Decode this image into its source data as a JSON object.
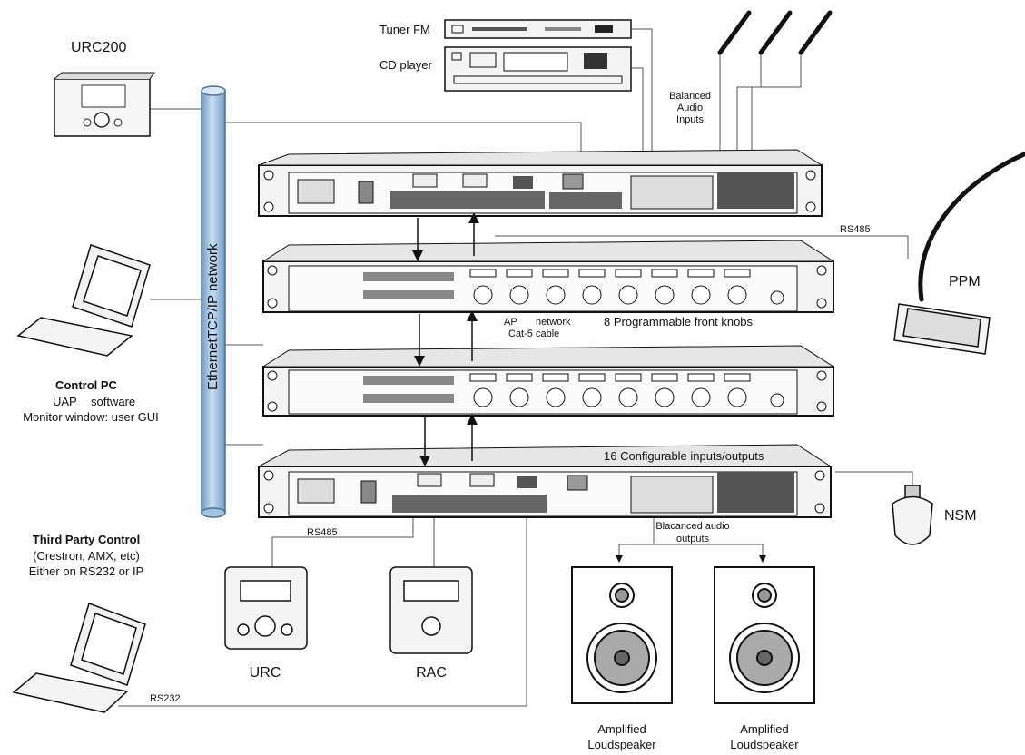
{
  "labels": {
    "urc200": "URC200",
    "tuner_fm": "Tuner FM",
    "cd_player": "CD player",
    "balanced_1": "Balanced",
    "balanced_2": "Audio",
    "balanced_3": "Inputs",
    "network": "EthernetTCP/IP network",
    "rs485_top": "RS485",
    "ppm": "PPM",
    "ap_network_1": "AP",
    "ap_network_2": "network",
    "cat5": "Cat-5 cable",
    "knobs": "8 Programmable front knobs",
    "control_pc": "Control PC",
    "uap_software_1": "UAP",
    "uap_software_2": "software",
    "monitor": "Monitor window: user GUI",
    "configurable": "16 Configurable inputs/outputs",
    "nsm": "NSM",
    "third_party": "Third Party Control",
    "third_party_2": "(Crestron, AMX, etc)",
    "third_party_3": "Either on RS232 or IP",
    "rs485_bottom": "RS485",
    "balanced_out_1": "Blacanced audio",
    "balanced_out_2": "outputs",
    "urc": "URC",
    "rac": "RAC",
    "rs232": "RS232",
    "speaker_1a": "Amplified",
    "speaker_1b": "Loudspeaker",
    "speaker_2a": "Amplified",
    "speaker_2b": "Loudspeaker"
  },
  "colors": {
    "line": "#555555",
    "device_fill": "#f4f4f4",
    "device_dark": "#222222",
    "network_pipe": "#9fc4e3",
    "network_edge": "#4a6f90"
  }
}
